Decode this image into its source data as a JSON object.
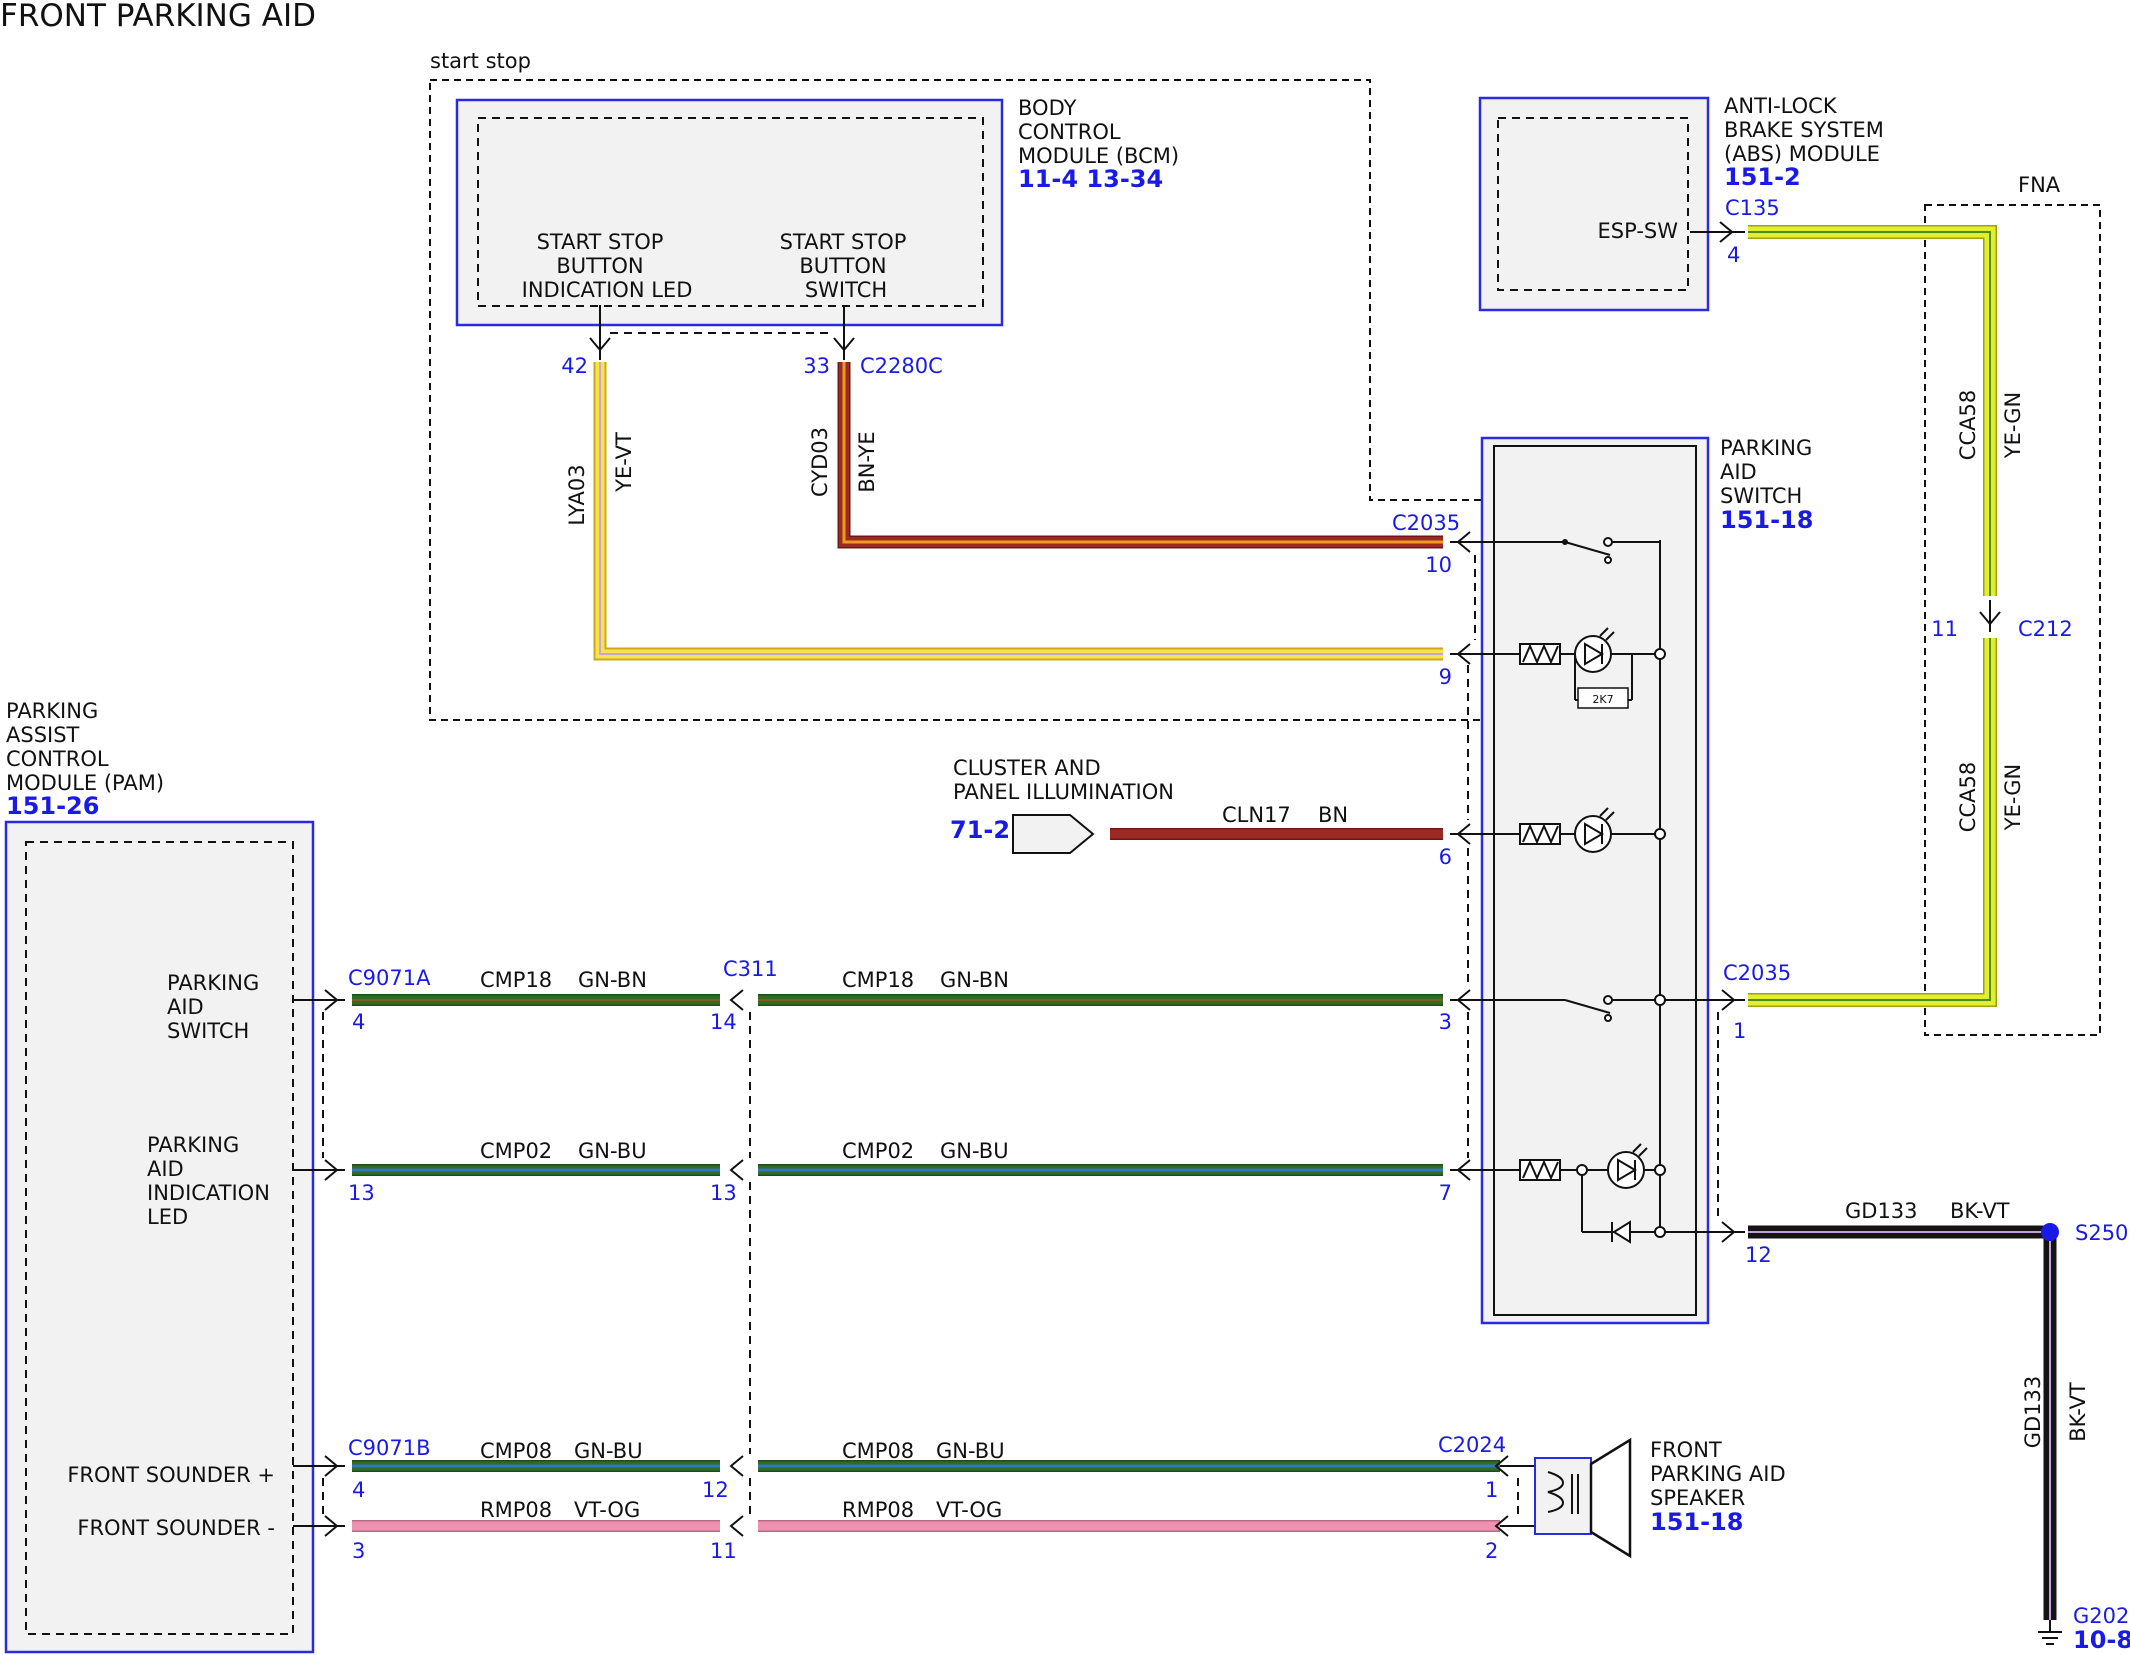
{
  "title": "FRONT PARKING AID",
  "start_stop_label": "start stop",
  "fna_label": "FNA",
  "bcm": {
    "name_lines": [
      "BODY",
      "CONTROL",
      "MODULE (BCM)"
    ],
    "refs": "11-4  13-34",
    "pin1_lines": [
      "START STOP",
      "BUTTON",
      "INDICATION LED"
    ],
    "pin2_lines": [
      "START STOP",
      "BUTTON",
      "SWITCH"
    ],
    "pin1": "42",
    "pin2": "33",
    "connector": "C2280C"
  },
  "abs": {
    "name_lines": [
      "ANTI-LOCK",
      "BRAKE SYSTEM",
      "(ABS) MODULE"
    ],
    "ref": "151-2",
    "pin_label": "ESP-SW",
    "connector": "C135",
    "pin": "4"
  },
  "switch": {
    "name_lines": [
      "PARKING",
      "AID",
      "SWITCH"
    ],
    "ref": "151-18",
    "connector_top": "C2035",
    "connector_right": "C2035",
    "pins": [
      "10",
      "9",
      "6",
      "3",
      "7",
      "1",
      "12"
    ],
    "resistor_label": "2K7"
  },
  "cluster": {
    "name_lines": [
      "CLUSTER AND",
      "PANEL ILLUMINATION"
    ],
    "ref": "71-2"
  },
  "pam": {
    "name_lines": [
      "PARKING",
      "ASSIST",
      "CONTROL",
      "MODULE (PAM)"
    ],
    "ref": "151-26",
    "pin_switch_lines": [
      "PARKING",
      "AID",
      "SWITCH"
    ],
    "pin_led_lines": [
      "PARKING",
      "AID",
      "INDICATION",
      "LED"
    ],
    "pin_sounder_plus": "FRONT SOUNDER +",
    "pin_sounder_minus": "FRONT SOUNDER -",
    "connector_a": "C9071A",
    "connector_b": "C9071B",
    "pins": [
      "4",
      "13",
      "4",
      "3"
    ]
  },
  "inline": {
    "connector": "C311",
    "pins": [
      "14",
      "13",
      "12",
      "11"
    ]
  },
  "c212": {
    "connector": "C212",
    "pin": "11"
  },
  "speaker": {
    "name_lines": [
      "FRONT",
      "PARKING AID",
      "SPEAKER"
    ],
    "ref": "151-18",
    "connector": "C2024",
    "pins": [
      "1",
      "2"
    ]
  },
  "ground": {
    "splice": "S250",
    "ground": "G202",
    "ground_ref": "10-8"
  },
  "wires": {
    "lya03": {
      "circuit": "LYA03",
      "color": "YE-VT"
    },
    "cyd03": {
      "circuit": "CYD03",
      "color": "BN-YE"
    },
    "cln17": {
      "circuit": "CLN17",
      "color": "BN"
    },
    "cmp18": {
      "circuit": "CMP18",
      "color": "GN-BN"
    },
    "cmp02": {
      "circuit": "CMP02",
      "color": "GN-BU"
    },
    "cmp08": {
      "circuit": "CMP08",
      "color": "GN-BU"
    },
    "rmp08": {
      "circuit": "RMP08",
      "color": "VT-OG"
    },
    "cca58": {
      "circuit": "CCA58",
      "color": "YE-GN"
    },
    "gd133": {
      "circuit": "GD133",
      "color": "BK-VT"
    }
  },
  "colors": {
    "yellow": "#f6e44a",
    "yellow_green": "#e2ee2e",
    "brown": "#9b2a22",
    "orange": "#ef9a1f",
    "green": "#2f6d22",
    "blue": "#2f76ba",
    "pink": "#ef92b2",
    "black": "#141414",
    "violet": "#c4a1d8",
    "accent": "#1a1ae6"
  }
}
